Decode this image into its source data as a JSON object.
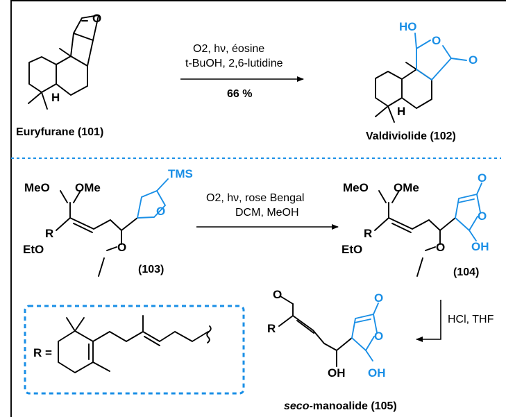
{
  "colors": {
    "accent": "#1a8fe6",
    "ink": "#000000"
  },
  "reaction1": {
    "line1": "O2, hν, éosine",
    "line2": "t-BuOH, 2,6-lutidine",
    "yield": "66 %"
  },
  "reaction2": {
    "line1": "O2, hν, rose Bengal",
    "line2": "DCM, MeOH"
  },
  "reaction3": {
    "label": "HCl, THF"
  },
  "compounds": {
    "c101": "Euryfurane (101)",
    "c102": "Valdiviolide (102)",
    "c103": "(103)",
    "c104": "(104)",
    "c105_italic": "seco",
    "c105_rest": "-manoalide (105)"
  },
  "atoms": {
    "O": "O",
    "H": "H",
    "HO": "HO",
    "OH": "OH",
    "TMS": "TMS",
    "MeO": "MeO",
    "OMe": "OMe",
    "EtO": "EtO",
    "R": "R",
    "R_eq": "R ="
  }
}
